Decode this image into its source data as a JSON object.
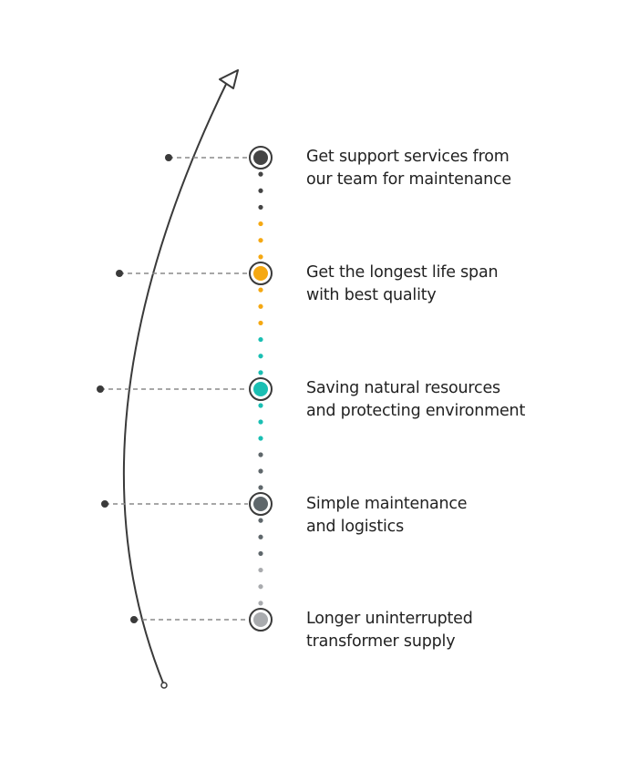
{
  "steps": [
    {
      "line1": "Get support services from",
      "line2": "our team for maintenance",
      "color": "#444444"
    },
    {
      "line1": "Get the longest life span",
      "line2": "with best quality",
      "color": "#F5A812"
    },
    {
      "line1": "Saving natural resources",
      "line2": "and protecting environment",
      "color": "#1ABFB3"
    },
    {
      "line1": "Simple maintenance",
      "line2": "and logistics",
      "color": "#5F676B"
    },
    {
      "line1": "Longer uninterrupted",
      "line2": "transformer supply",
      "color": "#A9ABAE"
    }
  ],
  "colors": {
    "arc": "#3A3A3A",
    "ring": "#3A3A3A",
    "dashed_connector": "#8A8A8A",
    "text": "#222222"
  },
  "icons": {
    "arrow_head": "arrow-head-icon",
    "arc_start": "open-circle-icon"
  }
}
